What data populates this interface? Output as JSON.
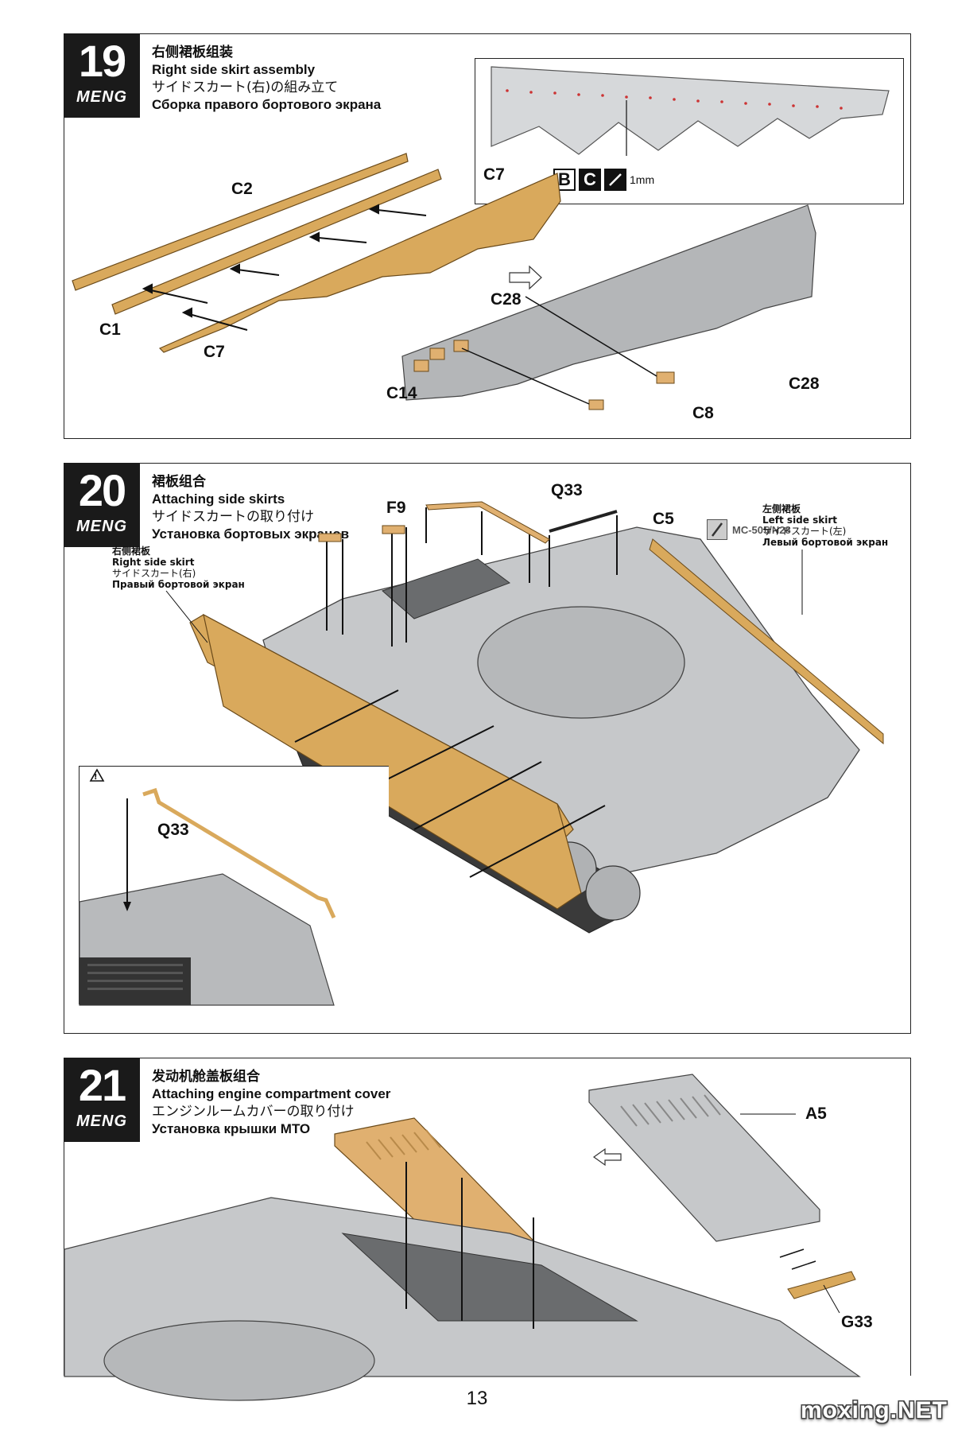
{
  "steps": [
    {
      "number": "19",
      "brand": "MENG",
      "title_zh": "右侧裙板组装",
      "title_en": "Right side skirt assembly",
      "title_ja": "サイドスカート(右)の組み立て",
      "title_ru": "Сборка правого бортового экрана",
      "parts": {
        "c2": "C2",
        "c1": "C1",
        "c7": "C7",
        "c28a": "C28",
        "c14": "C14",
        "c28b": "C28",
        "c8": "C8"
      },
      "inset": {
        "part": "C7",
        "icon_b": "B",
        "icon_c": "C",
        "drill_size": "1mm"
      }
    },
    {
      "number": "20",
      "brand": "MENG",
      "title_zh": "裙板组合",
      "title_en": "Attaching side skirts",
      "title_ja": "サイドスカートの取り付け",
      "title_ru": "Установка бортовых экранов",
      "parts": {
        "f9": "F9",
        "q33": "Q33",
        "c5": "C5",
        "paint": "MC-505/N28"
      },
      "right_skirt": {
        "zh": "右侧裙板",
        "en": "Right side skirt",
        "ja": "サイドスカート(右)",
        "ru": "Правый бортовой экран"
      },
      "left_skirt": {
        "zh": "左侧裙板",
        "en": "Left side skirt",
        "ja": "サイドスカート(左)",
        "ru": "Левый бортовой экран"
      },
      "inset": {
        "part": "Q33",
        "warning": "!"
      }
    },
    {
      "number": "21",
      "brand": "MENG",
      "title_zh": "发动机舱盖板组合",
      "title_en": "Attaching engine compartment cover",
      "title_ja": "エンジンルームカバーの取り付け",
      "title_ru": "Установка крышки МТО",
      "parts": {
        "a5": "A5",
        "g33": "G33"
      }
    }
  ],
  "page_number": "13",
  "watermark": "moxing.NET",
  "colors": {
    "tan": "#d9a95c",
    "grey": "#c6c8ca",
    "dark_grey": "#9a9c9e",
    "line": "#1a1a1a"
  }
}
